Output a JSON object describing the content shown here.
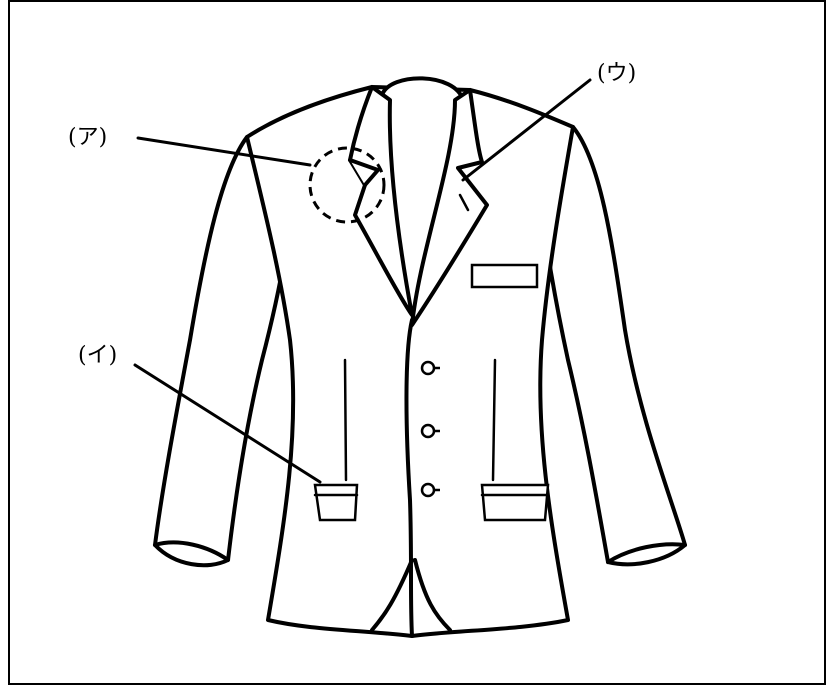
{
  "labels": {
    "a": "(ア)",
    "i": "(イ)",
    "u": "(ウ)"
  },
  "colors": {
    "stroke": "#000000",
    "background": "#ffffff"
  }
}
